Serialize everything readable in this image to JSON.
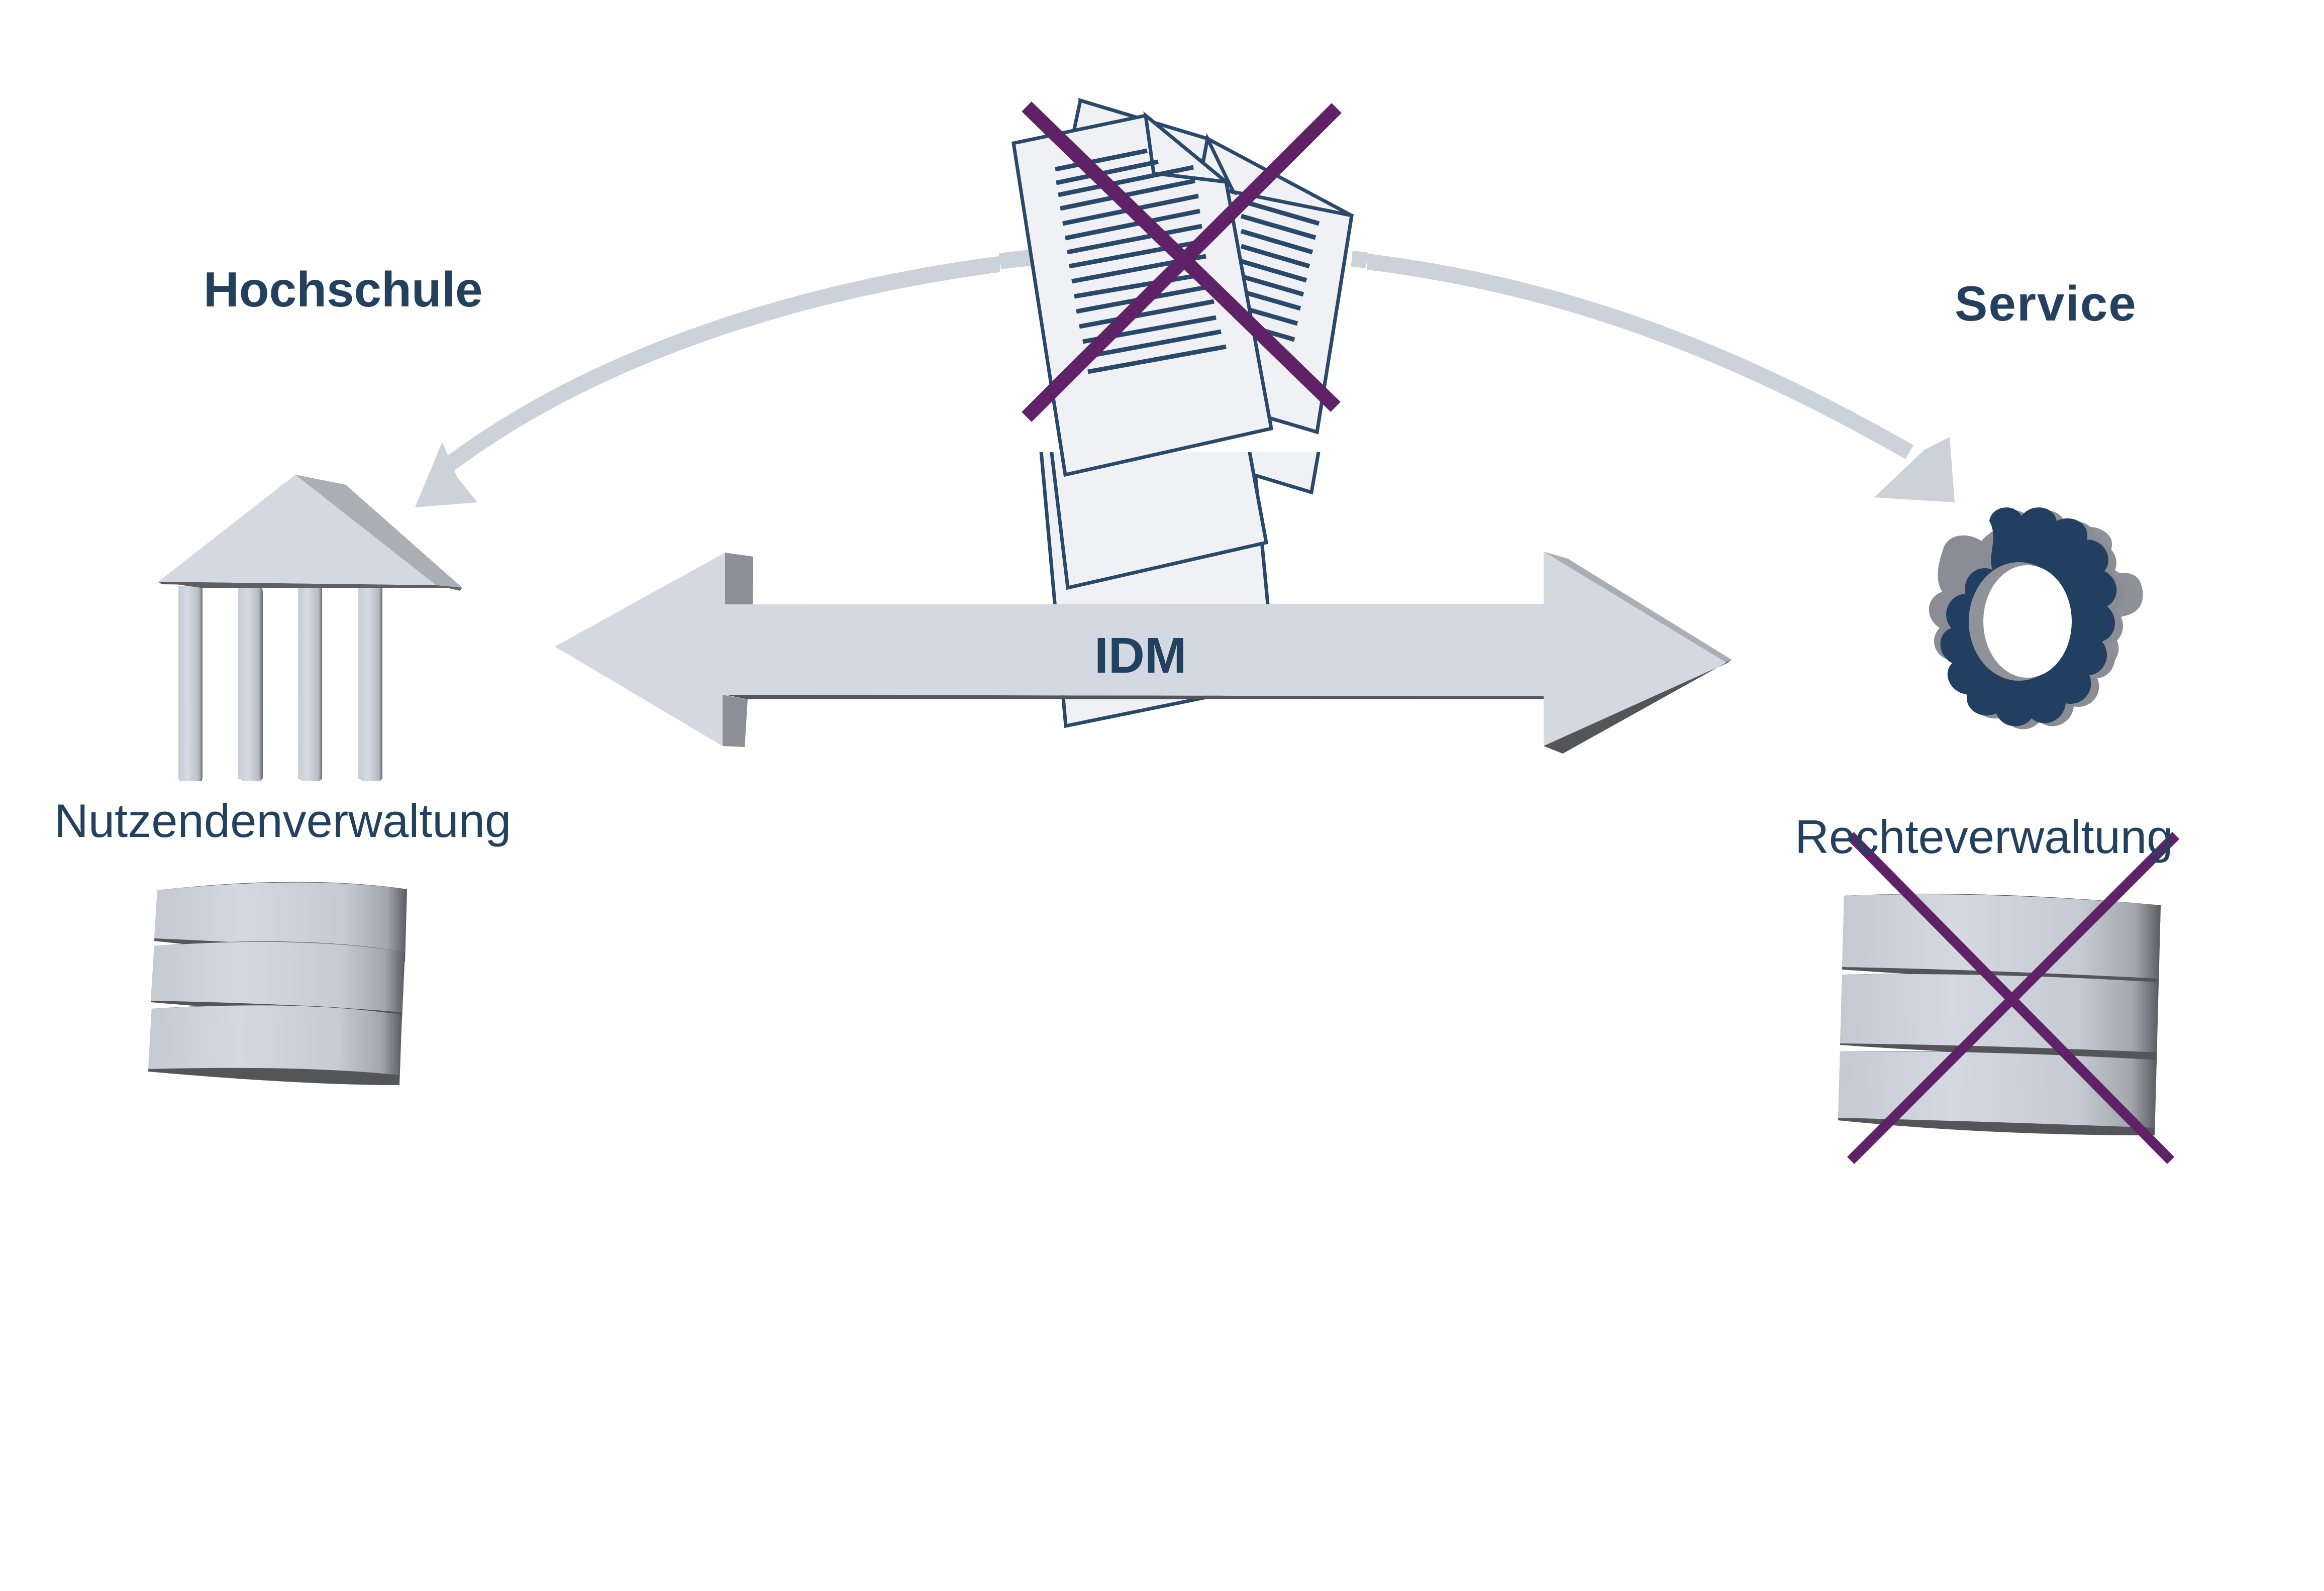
{
  "diagram": {
    "title": "IDM data flow between Hochschule and Service",
    "left_party": {
      "heading": "Hochschule",
      "icon": "university-building-icon",
      "component_label": "Nutzendenverwaltung",
      "store_icon": "database-icon",
      "store_crossed_out": false
    },
    "right_party": {
      "heading": "Service",
      "icon": "gear-icon",
      "component_label": "Rechteverwaltung",
      "store_icon": "database-icon",
      "store_crossed_out": true
    },
    "center_connector": {
      "label": "IDM",
      "icon": "double-headed-arrow-icon",
      "direction": "bidirectional"
    },
    "top_flow": {
      "icon": "documents-icon",
      "crossed_out": true,
      "arrows": [
        "to-hochschule",
        "to-service"
      ]
    },
    "colors": {
      "text": "#24405f",
      "gear": "#223f61",
      "shape_light": "#d4d9e1",
      "shape_side": "#a9adb4",
      "shape_shadow": "#545558",
      "arc_arrow": "#ccd2da",
      "cross": "#5f2266",
      "document_fill": "#eff1f5",
      "document_stroke": "#29486a"
    }
  }
}
